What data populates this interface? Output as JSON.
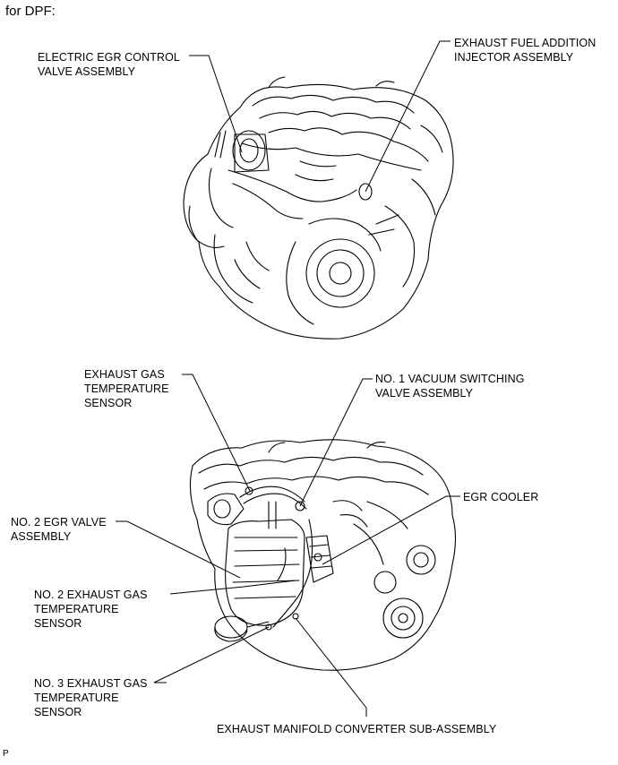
{
  "heading": "for DPF:",
  "footer_code": "P",
  "labels": {
    "egr_control_valve": [
      "ELECTRIC EGR CONTROL",
      "VALVE ASSEMBLY"
    ],
    "fuel_addition_injector": [
      "EXHAUST FUEL ADDITION",
      "INJECTOR ASSEMBLY"
    ],
    "exhaust_gas_temp_sensor": [
      "EXHAUST GAS",
      "TEMPERATURE",
      "SENSOR"
    ],
    "no1_vsv": [
      "NO. 1 VACUUM SWITCHING",
      "VALVE ASSEMBLY"
    ],
    "egr_cooler": [
      "EGR COOLER"
    ],
    "no2_egr_valve": [
      "NO. 2 EGR VALVE",
      "ASSEMBLY"
    ],
    "no2_exhaust_gas_temp_sensor": [
      "NO. 2 EXHAUST GAS",
      "TEMPERATURE",
      "SENSOR"
    ],
    "no3_exhaust_gas_temp_sensor": [
      "NO. 3 EXHAUST GAS",
      "TEMPERATURE",
      "SENSOR"
    ],
    "exhaust_manifold_converter": [
      "EXHAUST MANIFOLD CONVERTER SUB-ASSEMBLY"
    ]
  }
}
